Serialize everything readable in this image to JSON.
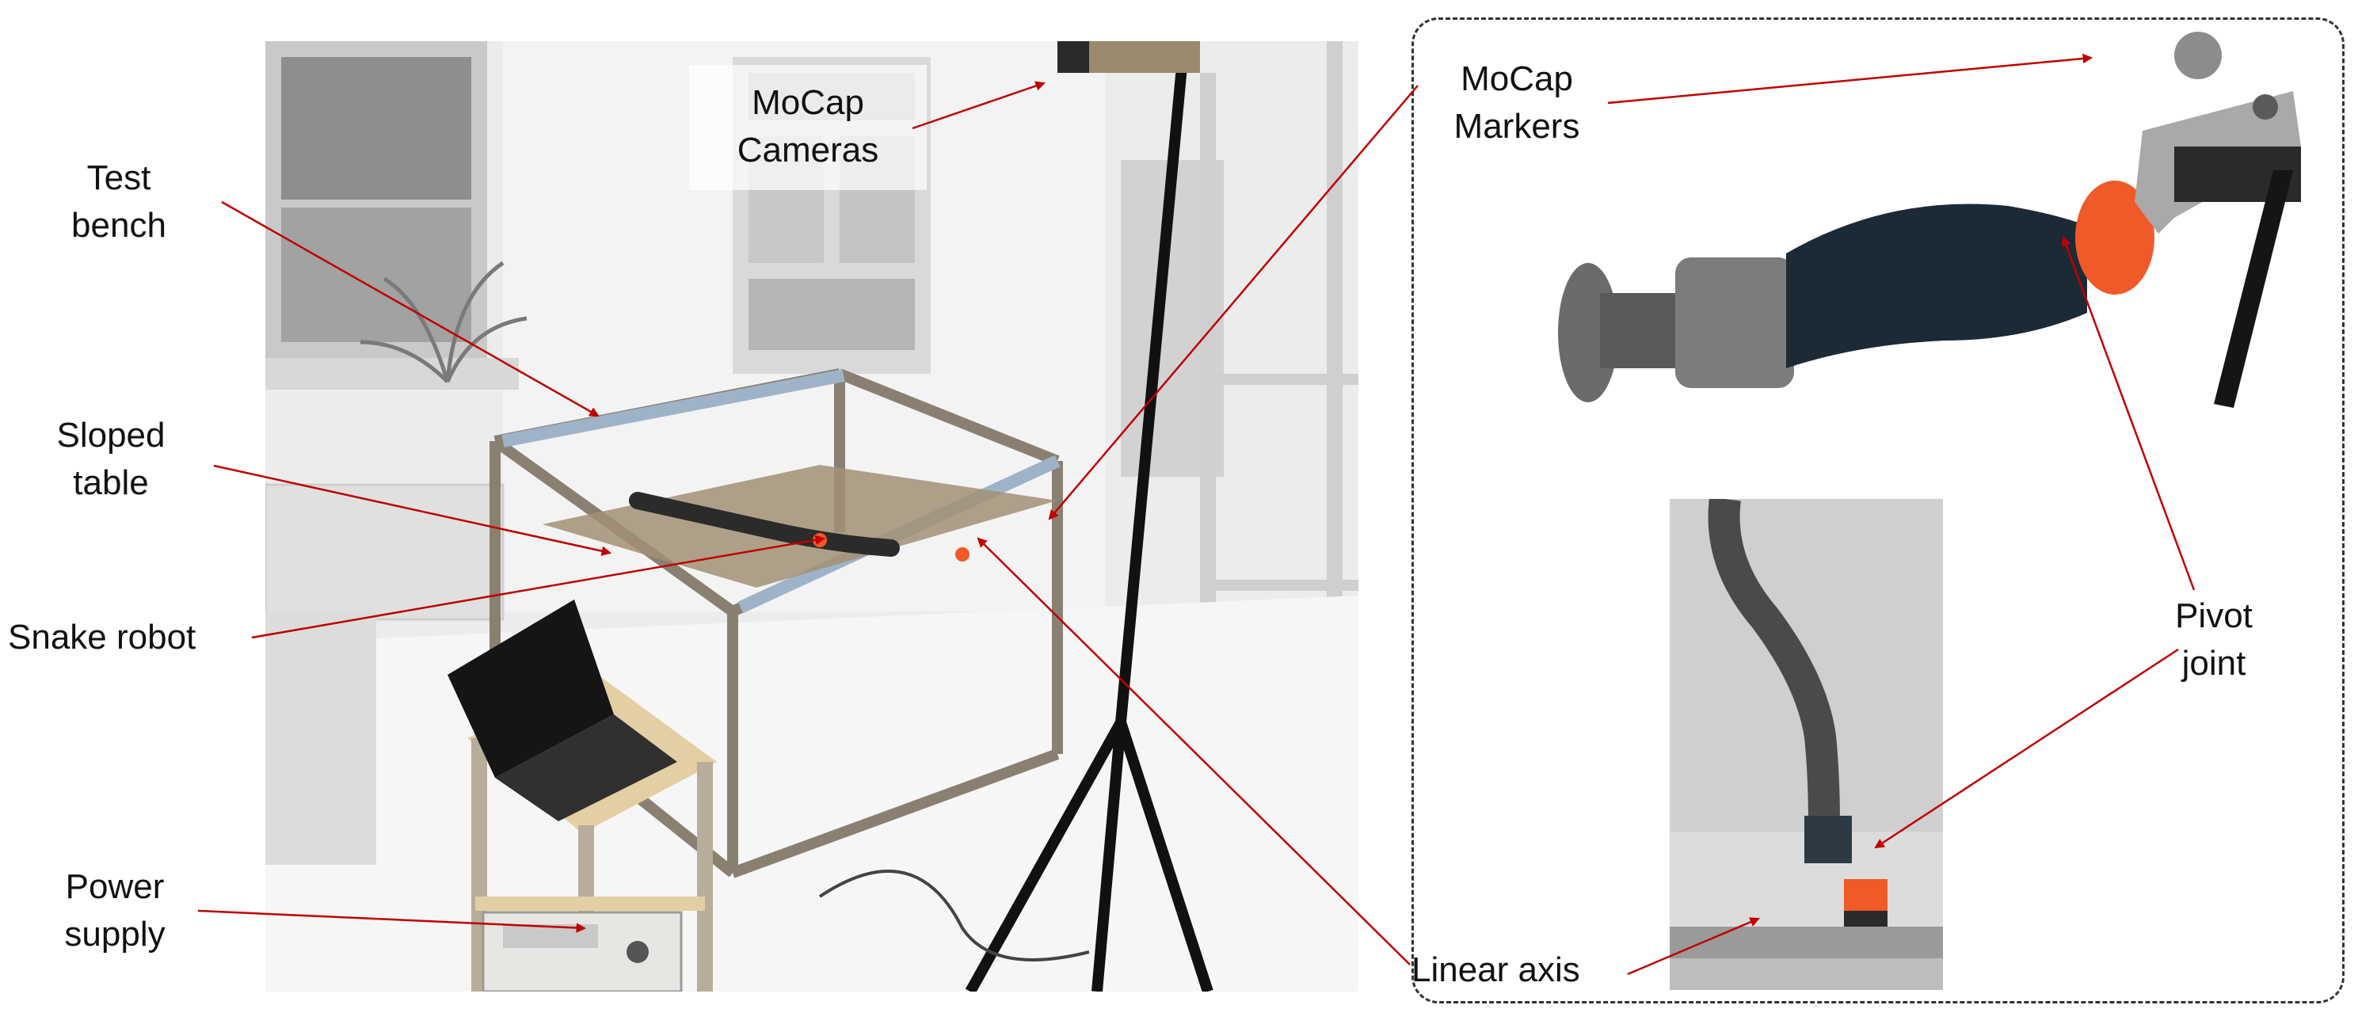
{
  "labels": {
    "mocap_cameras": [
      "MoCap",
      "Cameras"
    ],
    "test_bench": [
      "Test",
      "bench"
    ],
    "sloped_table": [
      "Sloped",
      "table"
    ],
    "snake_robot": "Snake robot",
    "power_supply": [
      "Power",
      "supply"
    ],
    "mocap_markers": [
      "MoCap",
      "Markers"
    ],
    "pivot_joint": [
      "Pivot",
      "joint"
    ],
    "linear_axis": "Linear axis"
  },
  "colors": {
    "arrow": "#c00000",
    "frame": "#333333",
    "marker_orange": "#f05a28",
    "robot_dark": "#1c2a36",
    "aluminium": "#9a9a9a",
    "background_photo": "#e8e8e8"
  }
}
